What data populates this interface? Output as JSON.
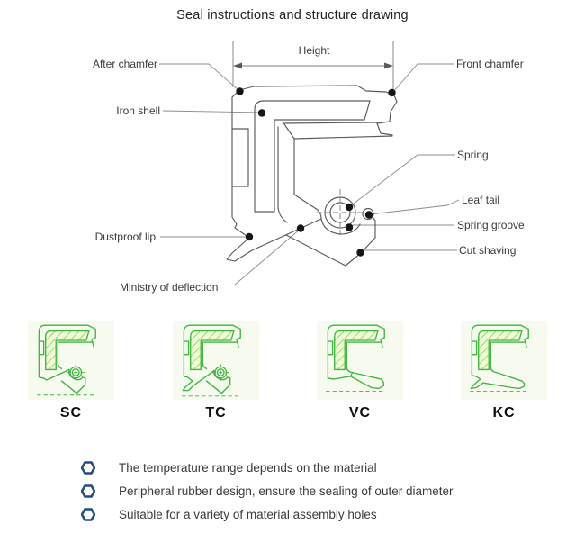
{
  "title": "Seal instructions and structure drawing",
  "diagram": {
    "labels": {
      "height": "Height",
      "after_chamfer": "After chamfer",
      "front_chamfer": "Front chamfer",
      "iron_shell": "Iron shell",
      "spring": "Spring",
      "leaf_tail": "Leaf tail",
      "spring_groove": "Spring groove",
      "cut_shaving": "Cut shaving",
      "dustproof_lip": "Dustproof lip",
      "ministry_of_deflection": "Ministry of deflection"
    }
  },
  "seal_types": [
    {
      "label": "SC"
    },
    {
      "label": "TC"
    },
    {
      "label": "VC"
    },
    {
      "label": "KC"
    }
  ],
  "notes": [
    "The temperature range depends on the material",
    "Peripheral rubber design, ensure the sealing of outer diameter",
    "Suitable for a variety of material assembly holes"
  ],
  "colors": {
    "drawing_line": "#5a5a5a",
    "callout_dot": "#161616",
    "thumbnail_green": "#3db83d",
    "bullet_navy": "#1d4e89",
    "text": "#3a3a3a"
  }
}
